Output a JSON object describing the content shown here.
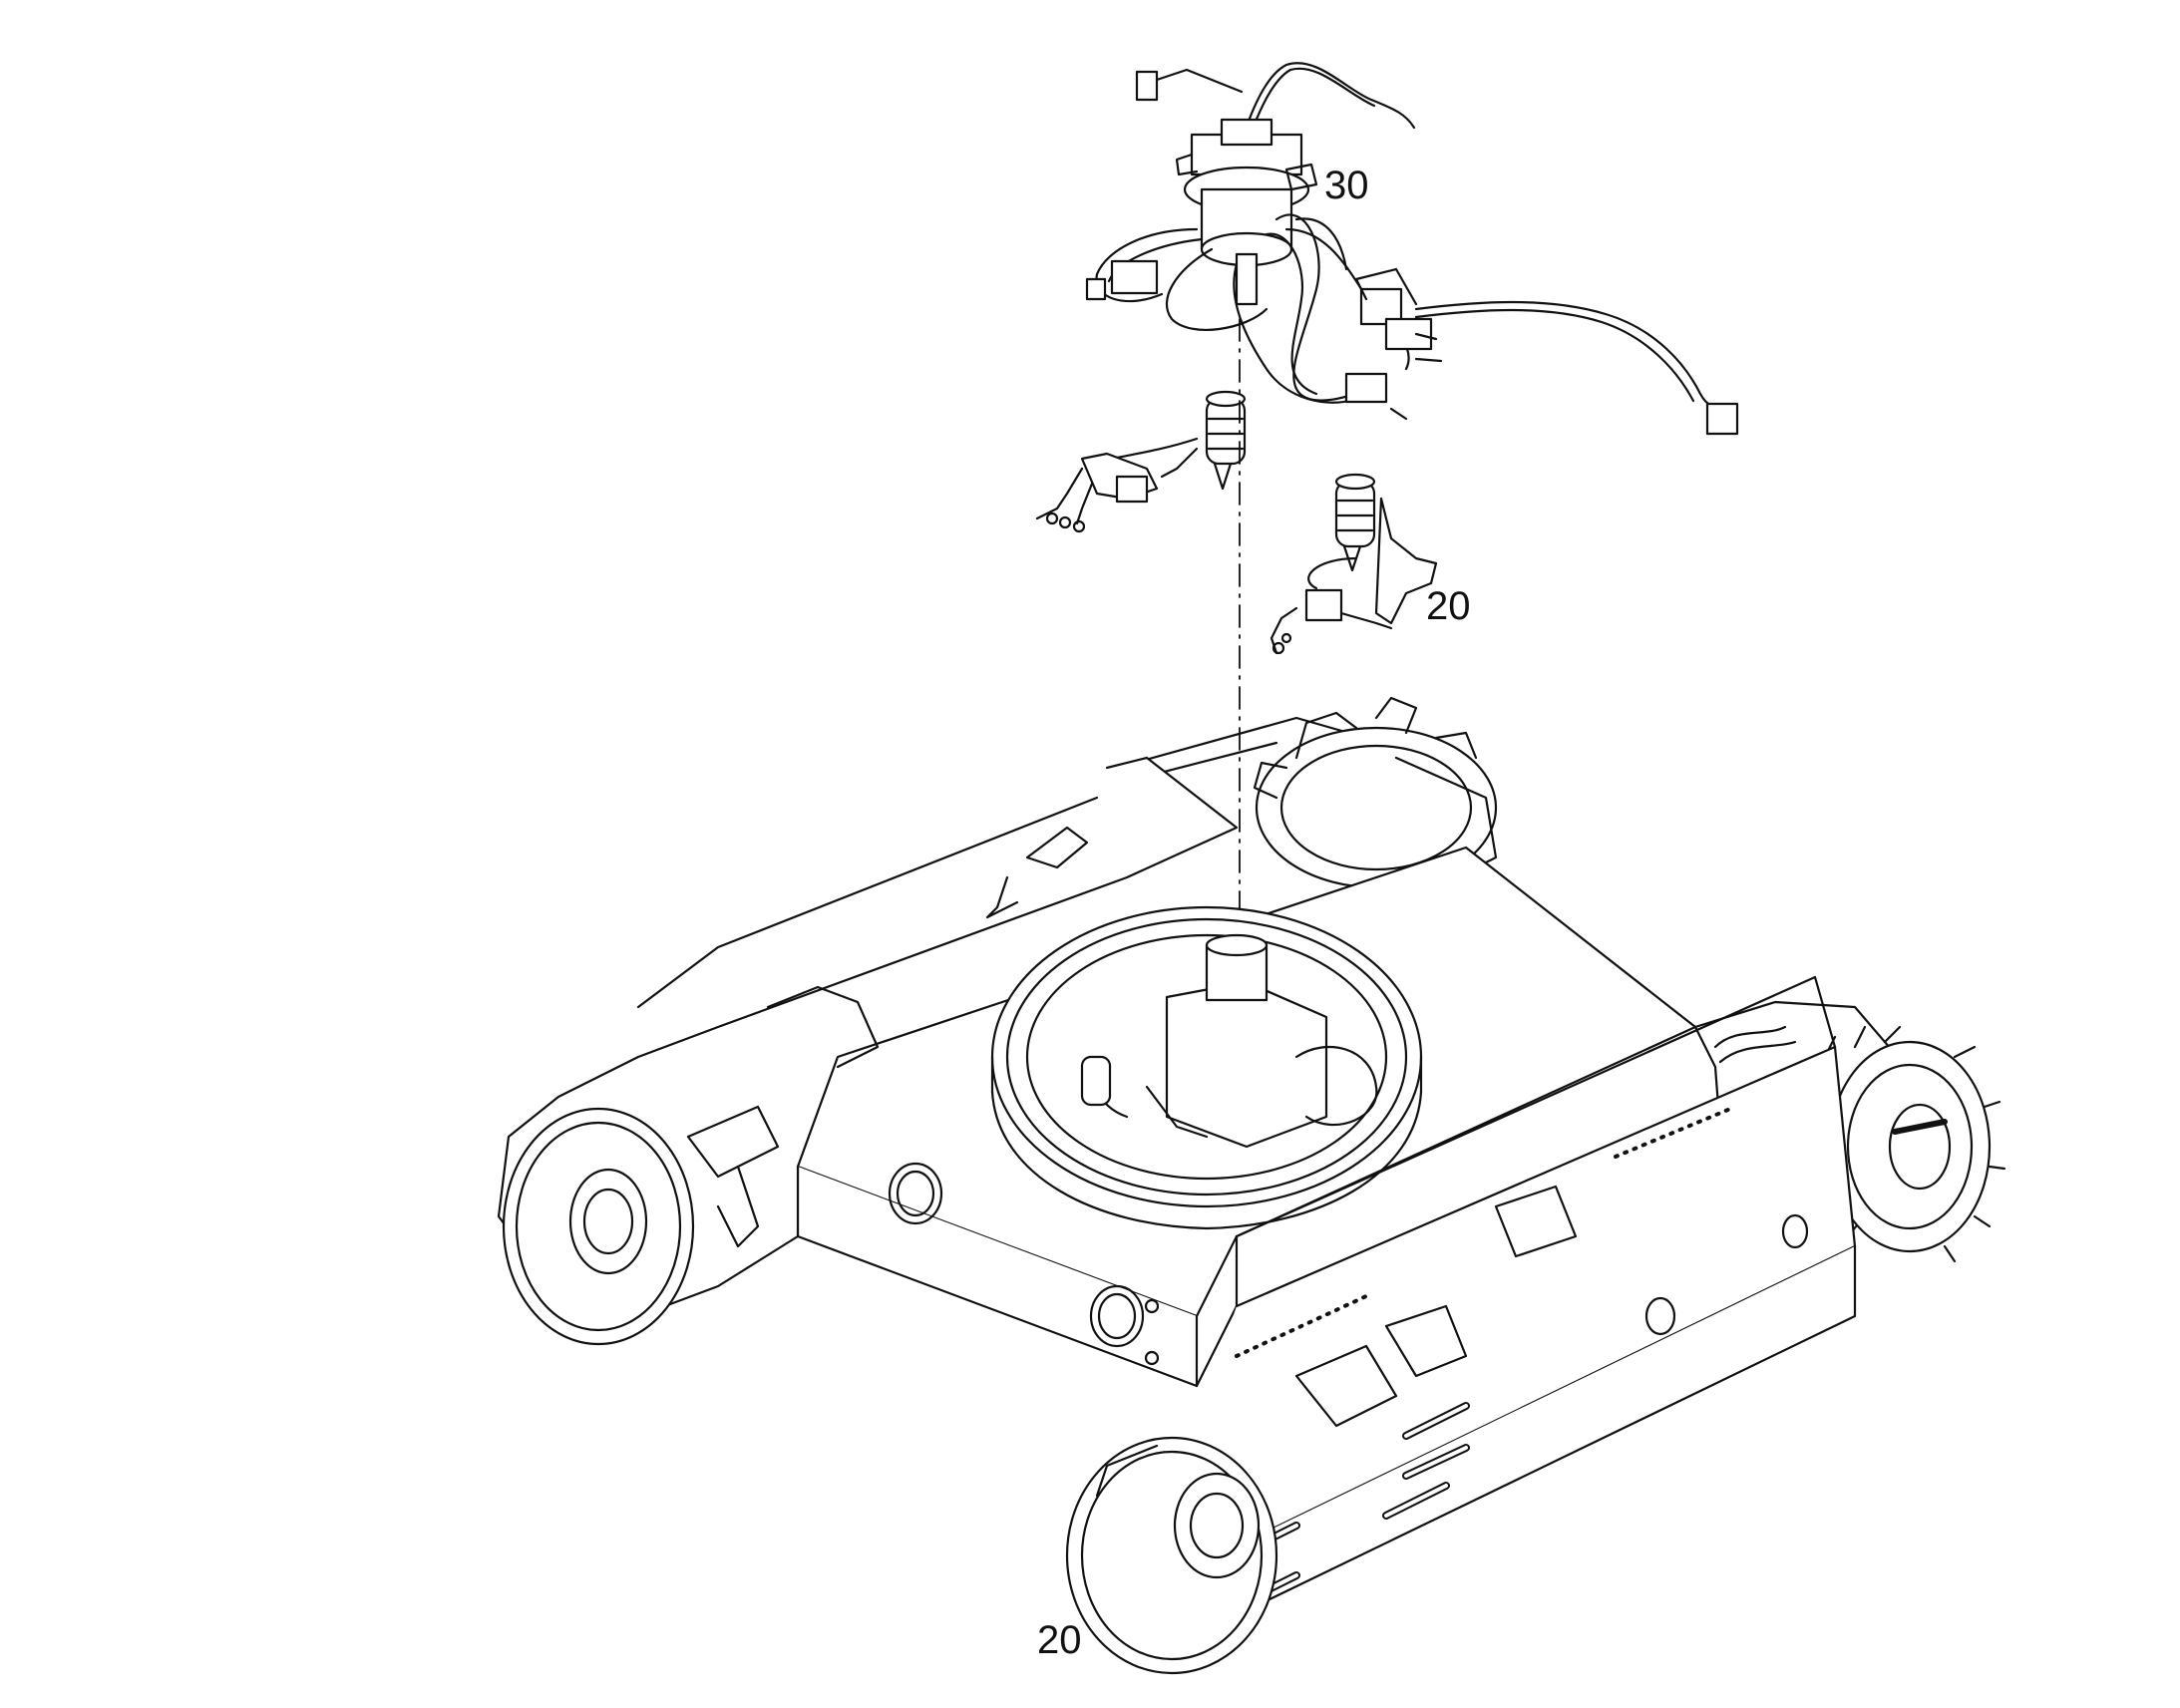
{
  "callouts": {
    "swivel_harness": "30",
    "motor_right": "20",
    "track_front": "20"
  },
  "colors": {
    "line": "#111111",
    "fill": "#ffffff"
  }
}
